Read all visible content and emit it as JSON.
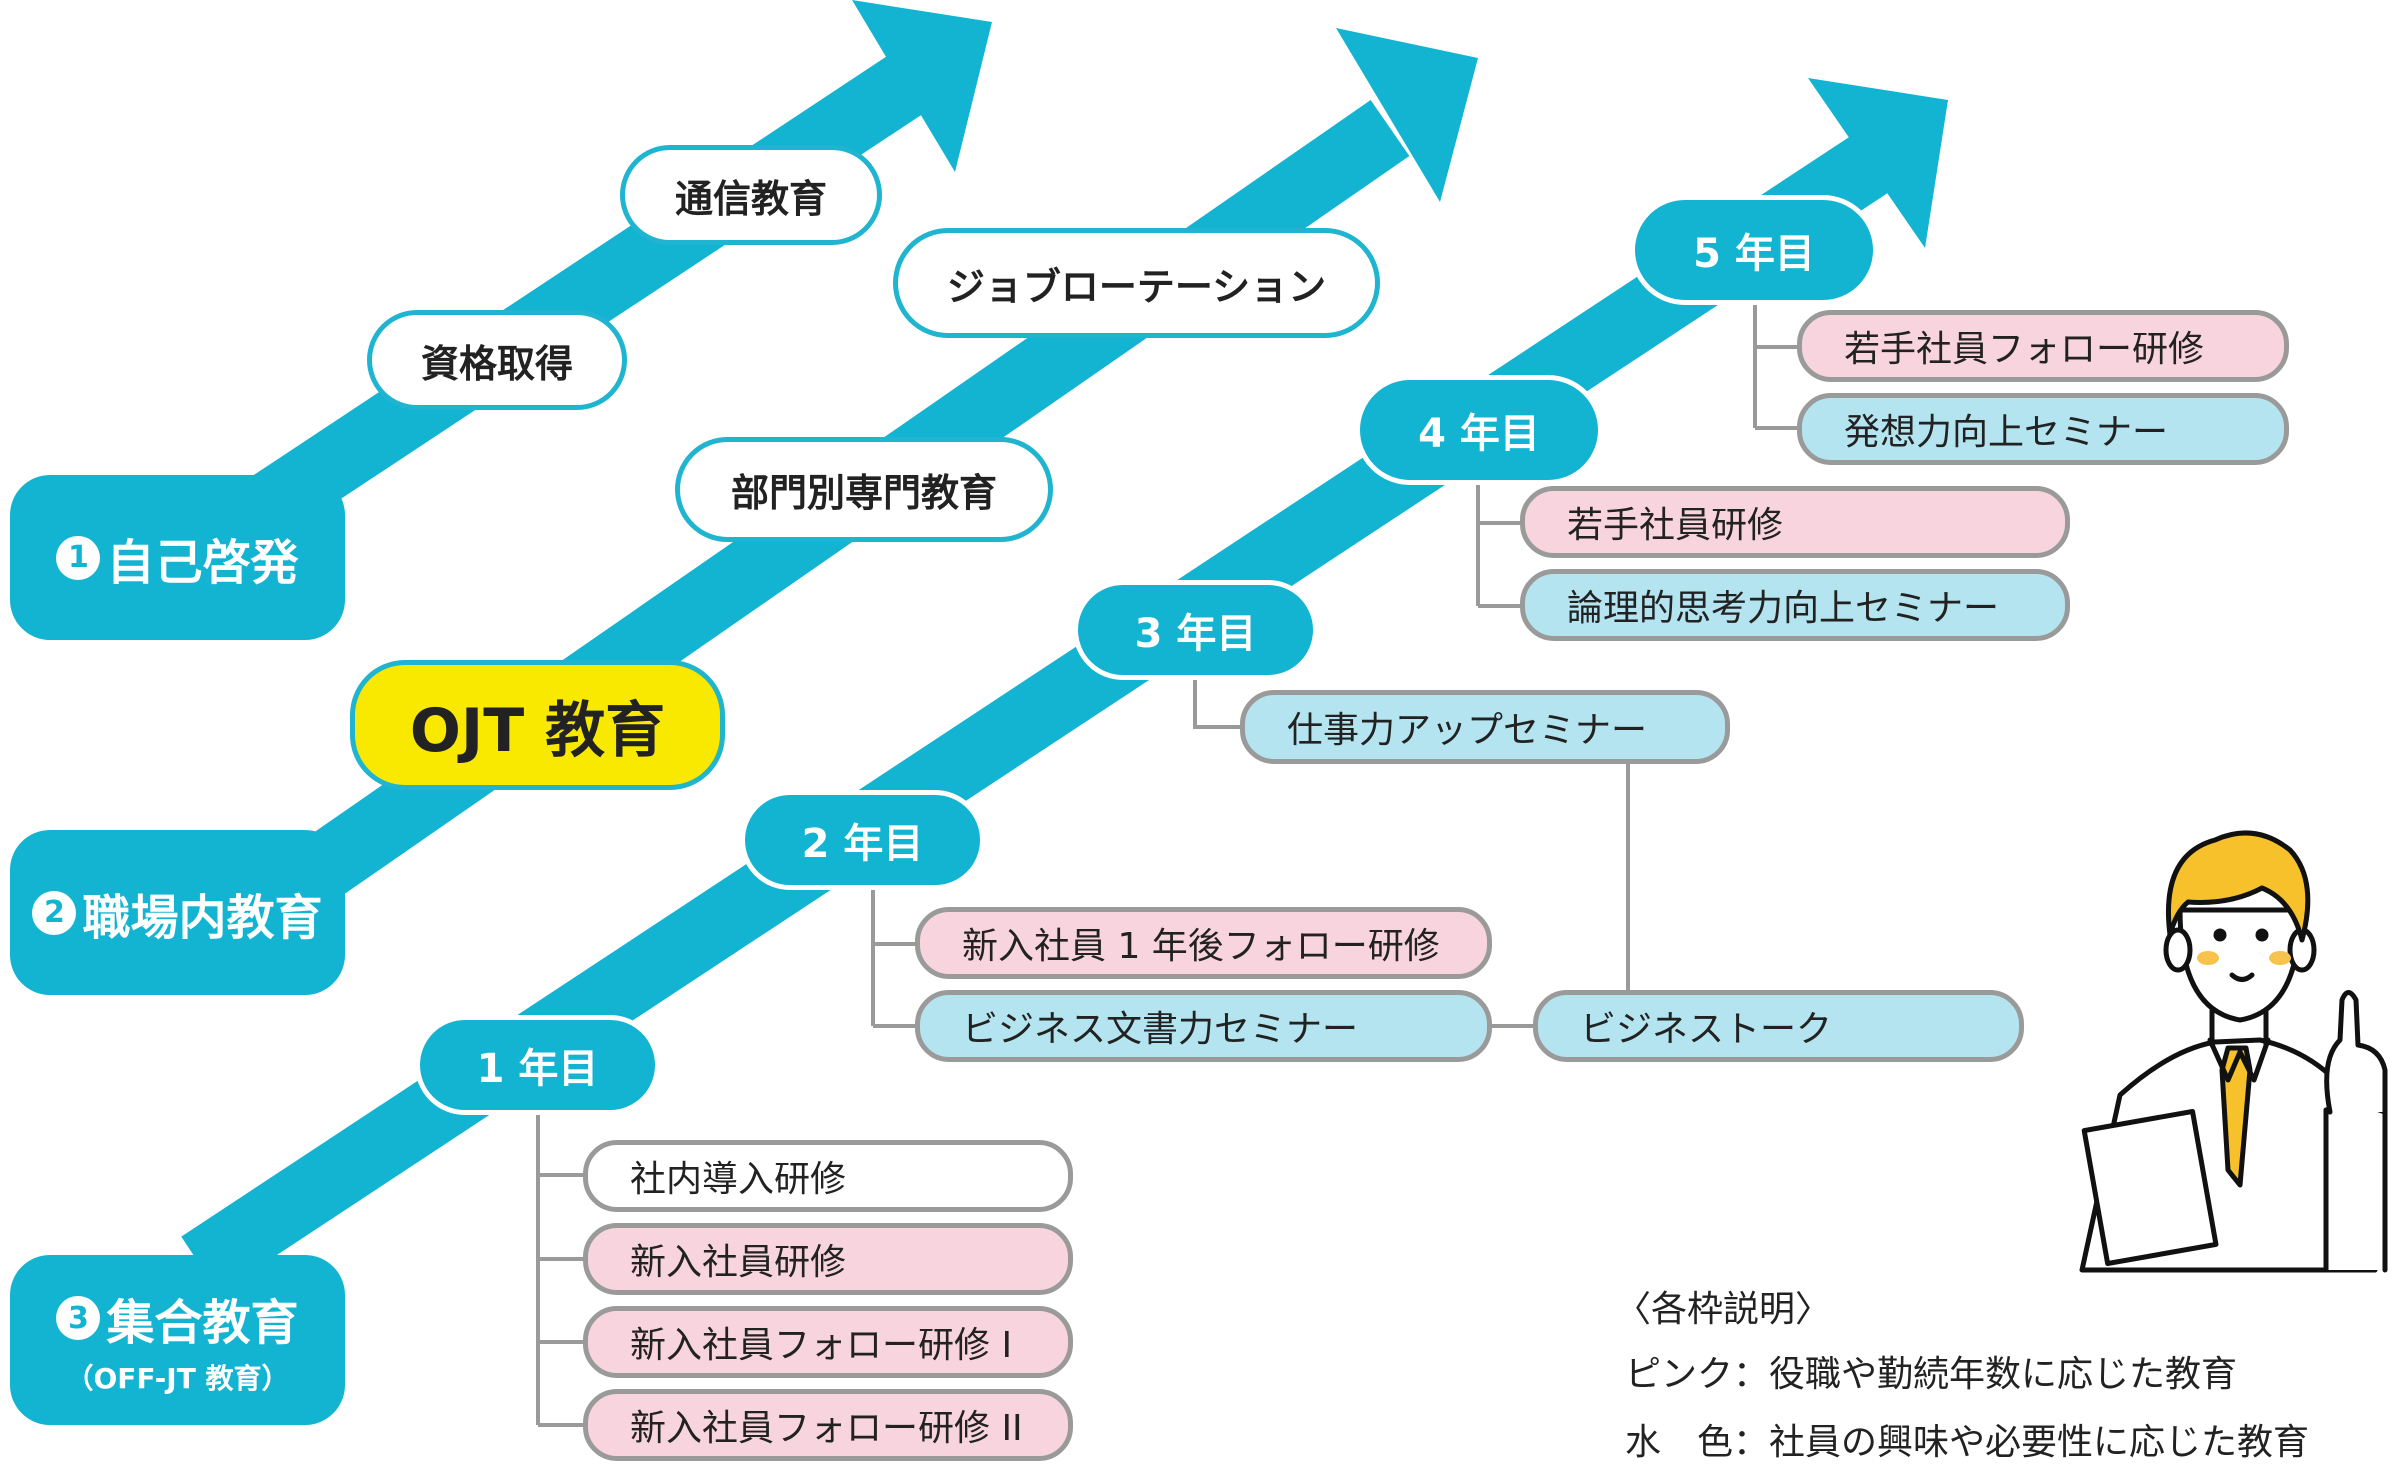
{
  "colors": {
    "arrow": "#12b4d2",
    "pink": "#f8d5de",
    "blue": "#b3e4ef",
    "ojt": "#f9e900",
    "connector": "#9a9a9a"
  },
  "categories": [
    {
      "num": "1",
      "label": "自己啓発",
      "sub": ""
    },
    {
      "num": "2",
      "label": "職場内教育",
      "sub": ""
    },
    {
      "num": "3",
      "label": "集合教育",
      "sub": "（OFF-JT 教育）"
    }
  ],
  "self_dev": {
    "items": [
      "資格取得",
      "通信教育"
    ]
  },
  "ojt": {
    "label": "OJT 教育",
    "items": [
      "部門別専門教育",
      "ジョブローテーション"
    ]
  },
  "years": [
    "1 年目",
    "2 年目",
    "3 年目",
    "4 年目",
    "5 年目"
  ],
  "courses": {
    "year1": [
      {
        "label": "社内導入研修",
        "type": "white"
      },
      {
        "label": "新入社員研修",
        "type": "pink"
      },
      {
        "label": "新入社員フォロー研修 I",
        "type": "pink"
      },
      {
        "label": "新入社員フォロー研修 II",
        "type": "pink"
      }
    ],
    "year2": [
      {
        "label": "新入社員 1 年後フォロー研修",
        "type": "pink"
      },
      {
        "label": "ビジネス文書力セミナー",
        "type": "blue"
      },
      {
        "label": "ビジネストーク",
        "type": "blue"
      }
    ],
    "year3": [
      {
        "label": "仕事力アップセミナー",
        "type": "blue"
      }
    ],
    "year4": [
      {
        "label": "若手社員研修",
        "type": "pink"
      },
      {
        "label": "論理的思考力向上セミナー",
        "type": "blue"
      }
    ],
    "year5": [
      {
        "label": "若手社員フォロー研修",
        "type": "pink"
      },
      {
        "label": "発想力向上セミナー",
        "type": "blue"
      }
    ]
  },
  "legend": {
    "title": "〈各枠説明〉",
    "pink": "ピンク：役職や勤続年数に応じた教育",
    "blue": "水　色：社員の興味や必要性に応じた教育"
  }
}
